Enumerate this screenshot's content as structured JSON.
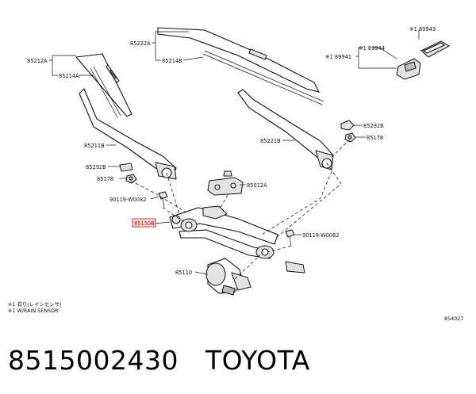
{
  "diagram": {
    "labels": {
      "wiper_arm_left_cover": "85212A",
      "wiper_blade_left_refill": "85214A",
      "wiper_arm_left": "85211B",
      "arm_cap_left": "85292B",
      "nut_left": "85178",
      "wiper_blade_right": "85222A",
      "wiper_blade_right_refill": "85214B",
      "wiper_arm_right": "85221B",
      "arm_cap_right": "85292B",
      "nut_right": "85178",
      "bracket": "85012A",
      "bolt_left": "90119-W0082",
      "bolt_right": "90119-W0082",
      "link_assy": "85150B",
      "wiper_motor": "85110",
      "rain_sensor_cover": "※1 89943",
      "rain_sensor_clip": "※1 89944",
      "rain_sensor": "※1 89941"
    },
    "footnotes": [
      "※1 有り(レインセンサ)",
      "※1 W/RAIN SENSOR"
    ],
    "figure_code": "854027"
  },
  "caption": {
    "part_number": "8515002430",
    "brand": "TOYOTA"
  }
}
